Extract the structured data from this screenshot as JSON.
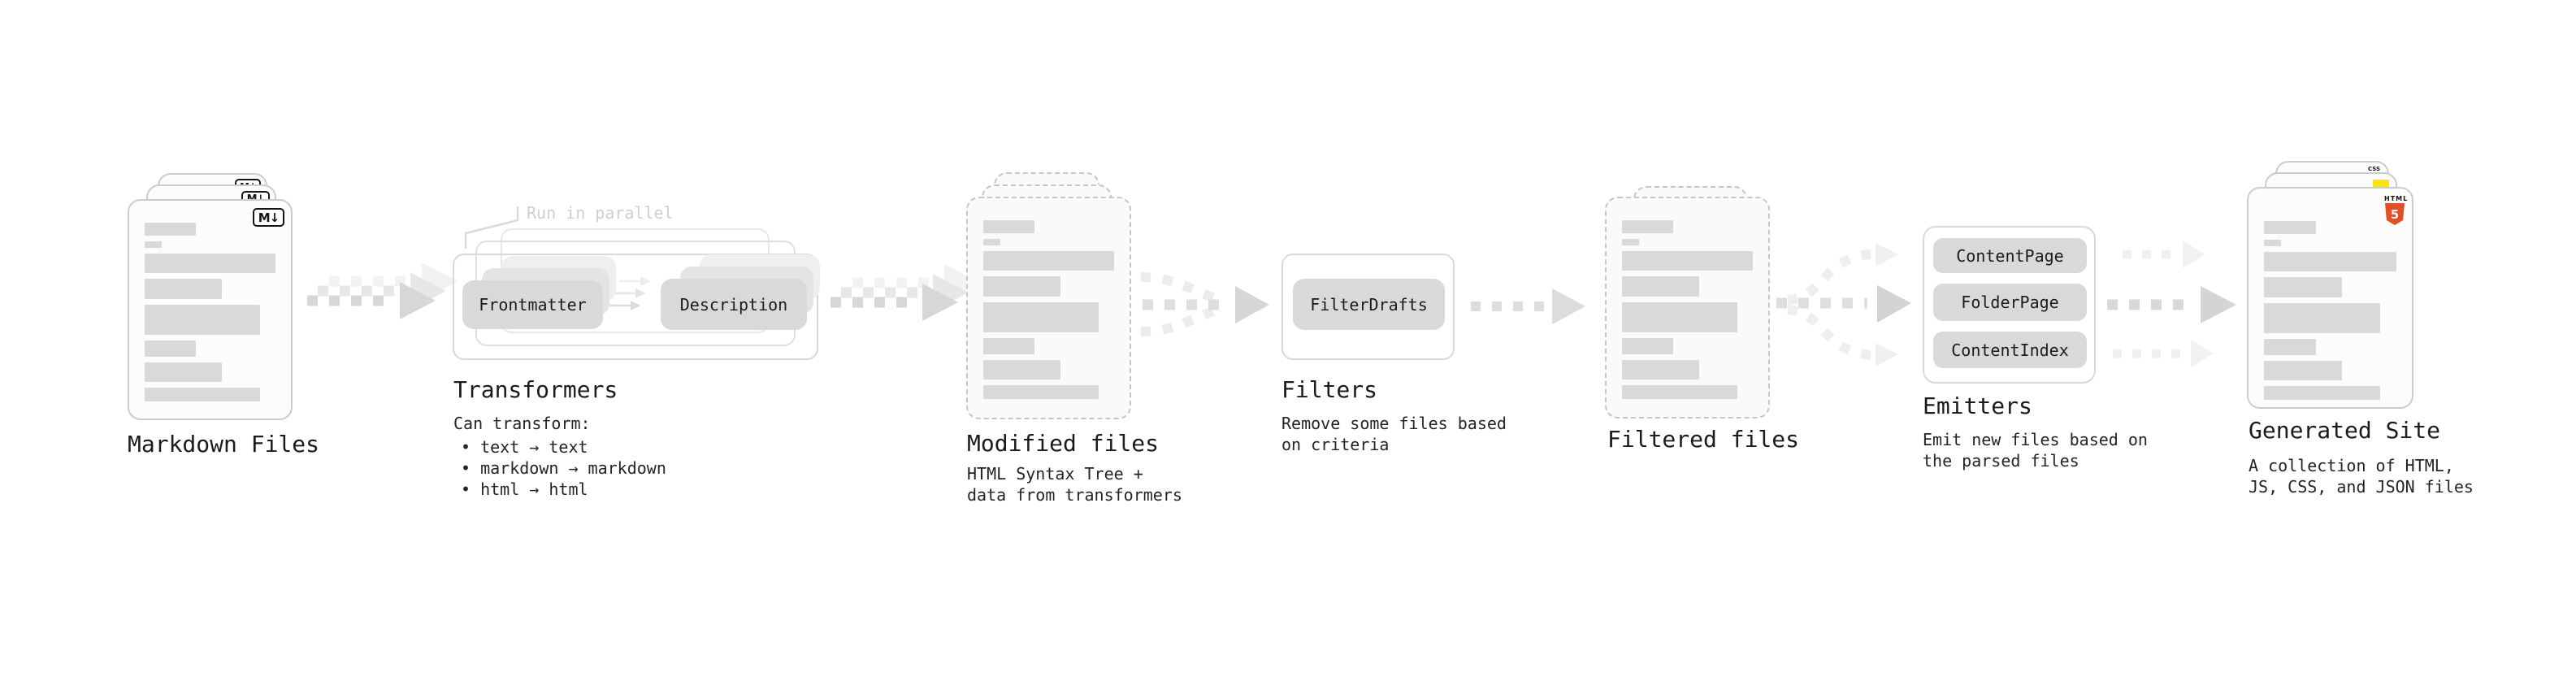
{
  "colors": {
    "background": "#ffffff",
    "card_border": "#cccccc",
    "skeleton_bar": "#d9d9d9",
    "chip_bg": "#d9d9d9",
    "arrow_gray": "#d7d7d7",
    "text": "#1b1b1b",
    "muted_annotation": "#cfcfcf",
    "html5_orange": "#e44d26",
    "js_yellow": "#ffe600",
    "css_blue": "#2b6bf3"
  },
  "stages": {
    "markdown_files": {
      "caption": "Markdown Files",
      "file_badge": "M↓"
    },
    "transformers": {
      "caption": "Transformers",
      "annotation": "Run in parallel",
      "chips": [
        "Frontmatter",
        "Description"
      ],
      "notes": [
        "Can transform:",
        "• text → text",
        "• markdown → markdown",
        "• html → html"
      ]
    },
    "modified_files": {
      "caption": "Modified files",
      "notes": [
        "HTML Syntax Tree +",
        "data from transformers"
      ]
    },
    "filters": {
      "caption": "Filters",
      "chips": [
        "FilterDrafts"
      ],
      "notes": [
        "Remove some files based",
        "on criteria"
      ]
    },
    "filtered_files": {
      "caption": "Filtered files"
    },
    "emitters": {
      "caption": "Emitters",
      "chips": [
        "ContentPage",
        "FolderPage",
        "ContentIndex"
      ],
      "notes": [
        "Emit new files based on",
        "the parsed files"
      ]
    },
    "generated_site": {
      "caption": "Generated Site",
      "badges": {
        "css_label": "CSS",
        "html_label": "HTML",
        "html5_numeral": "5"
      },
      "notes": [
        "A collection of HTML,",
        "JS, CSS, and JSON files"
      ]
    }
  }
}
